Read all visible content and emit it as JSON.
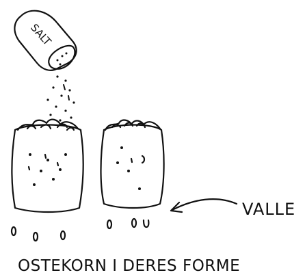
{
  "salt_shaker": {
    "label": "SALT"
  },
  "callout": {
    "label": "VALLE"
  },
  "caption": {
    "text": "OSTEKORN I DERES FORME"
  },
  "colors": {
    "ink": "#111111",
    "background": "#ffffff"
  }
}
